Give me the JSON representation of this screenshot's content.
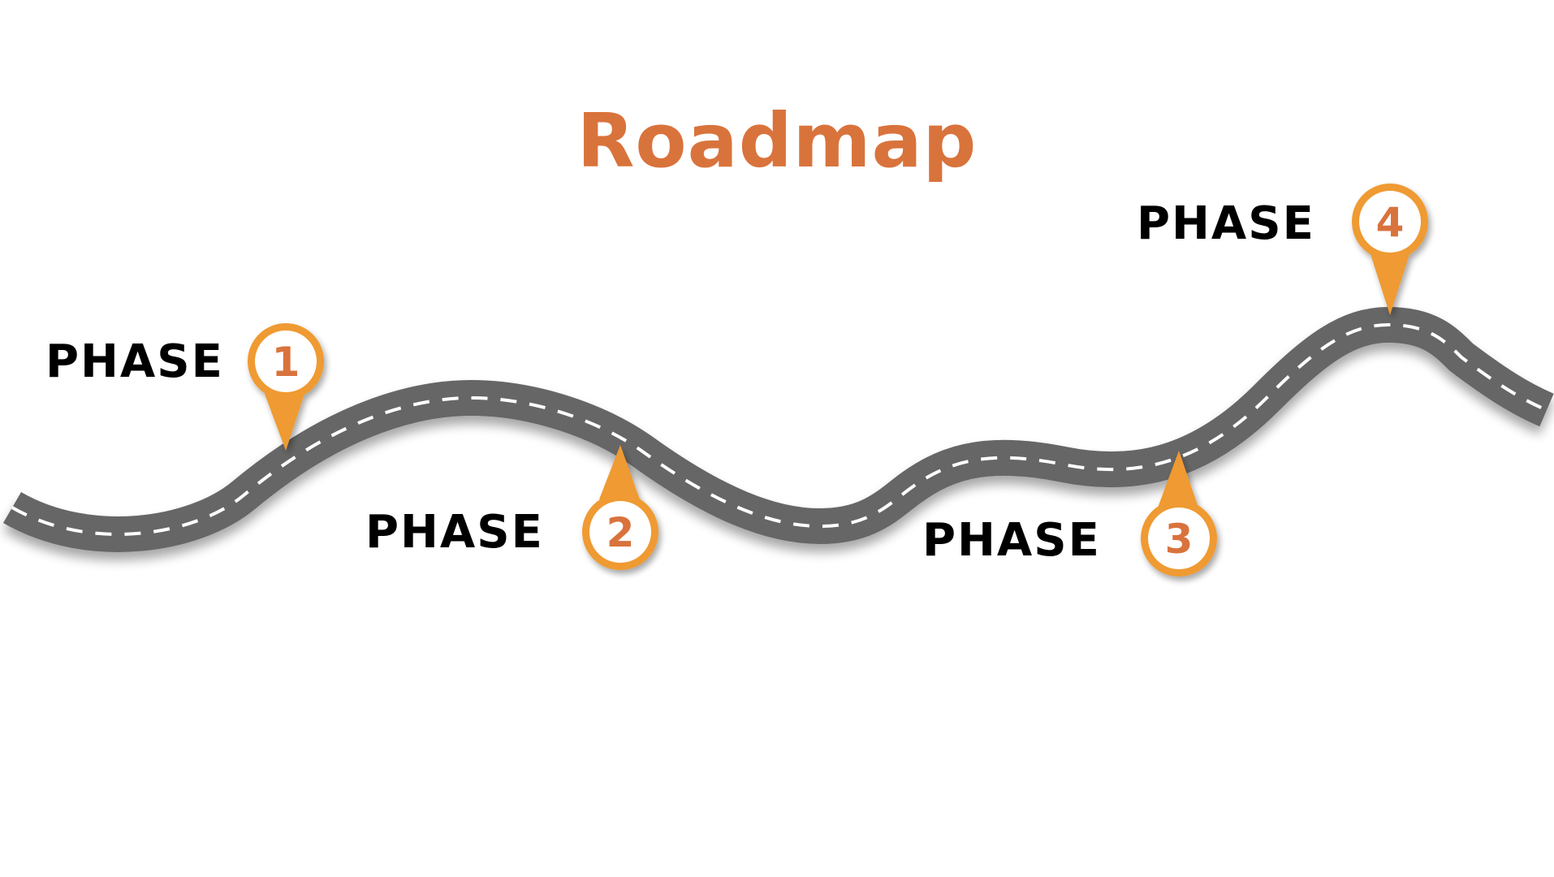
{
  "title": "Roadmap",
  "colors": {
    "title": "#d9733c",
    "pin": "#ef9a32",
    "number": "#d9733c",
    "road": "#666666",
    "road_dash": "#ffffff",
    "label": "#000000"
  },
  "phases": [
    {
      "label": "PHASE",
      "number": "1"
    },
    {
      "label": "PHASE",
      "number": "2"
    },
    {
      "label": "PHASE",
      "number": "3"
    },
    {
      "label": "PHASE",
      "number": "4"
    }
  ]
}
